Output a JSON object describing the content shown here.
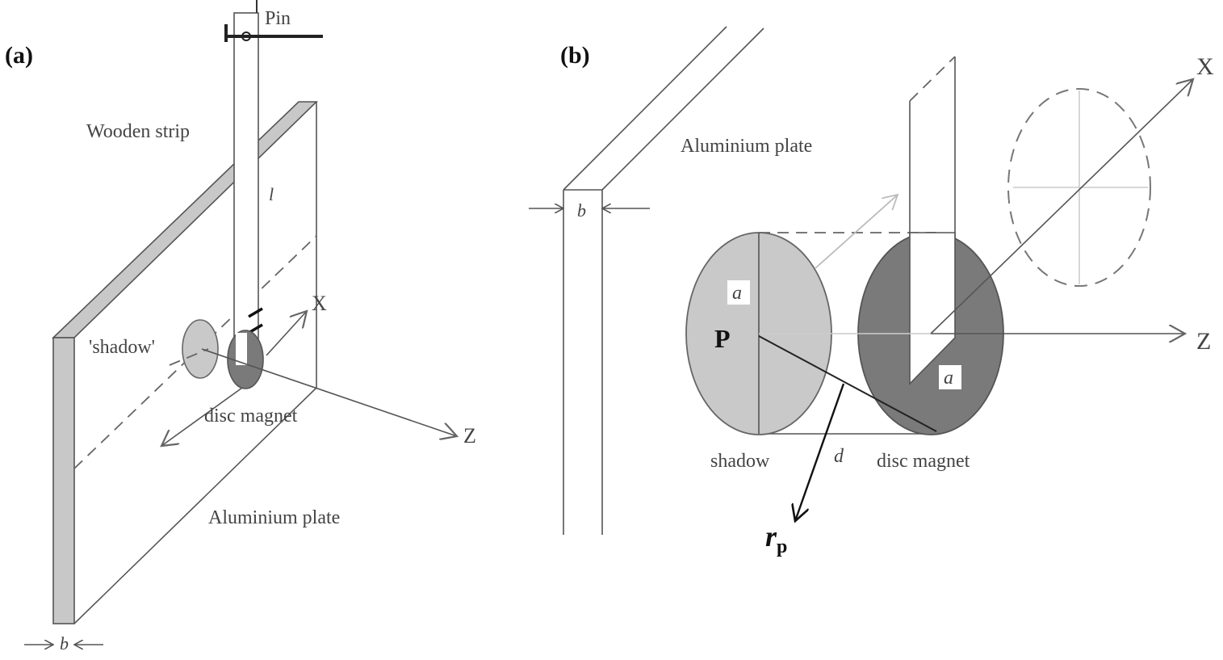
{
  "panel_a": {
    "label": "(a)",
    "pin": "Pin",
    "wooden_strip": "Wooden strip",
    "length": "l",
    "shadow": "'shadow'",
    "disc_magnet": "disc magnet",
    "x_axis": "X",
    "z_axis": "Z",
    "aluminium_plate": "Aluminium plate",
    "thickness": "b"
  },
  "panel_b": {
    "label": "(b)",
    "aluminium_plate": "Aluminium plate",
    "thickness": "b",
    "radius_shadow": "a",
    "point": "P",
    "radius_magnet": "a",
    "x_axis": "X",
    "z_axis": "Z",
    "shadow": "shadow",
    "distance": "d",
    "disc_magnet": "disc magnet",
    "rp_main": "r",
    "rp_sub": "p"
  },
  "colors": {
    "plate_fill": "#c8c8c8",
    "shadow_fill": "#c9c9c9",
    "magnet_fill": "#7a7a7a"
  }
}
